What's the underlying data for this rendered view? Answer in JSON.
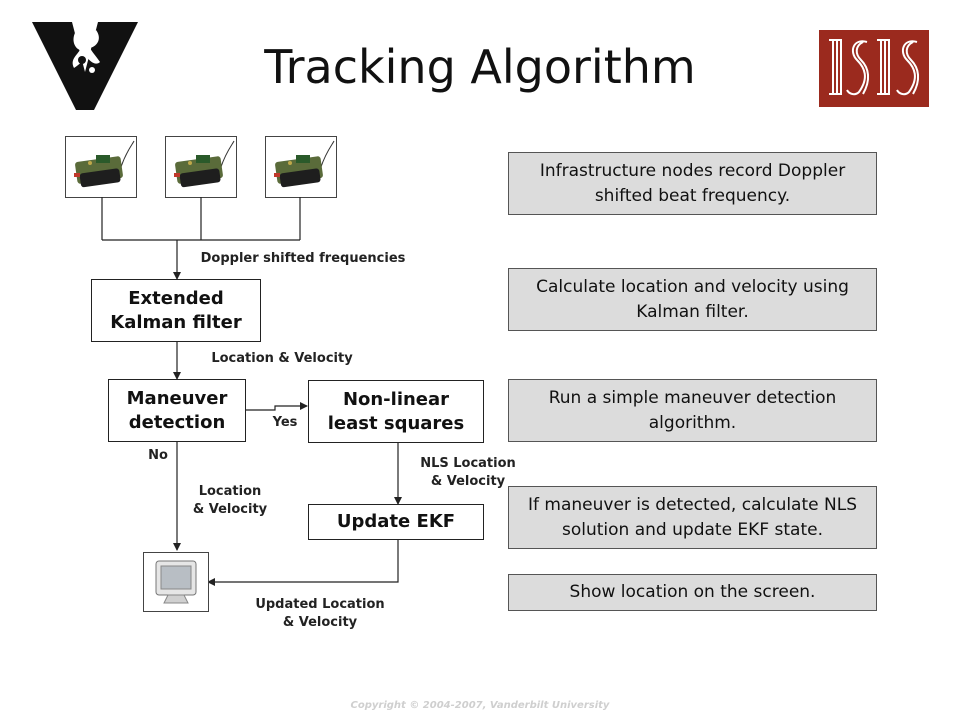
{
  "title": "Tracking Algorithm",
  "diagram": {
    "boxes": {
      "ekf": "Extended\nKalman filter",
      "maneuver": "Maneuver\ndetection",
      "nls": "Non-linear\nleast squares",
      "update": "Update EKF"
    },
    "labels": {
      "doppler": "Doppler shifted frequencies",
      "loc_vel_1": "Location & Velocity",
      "yes": "Yes",
      "no": "No",
      "nls_loc": "NLS Location\n& Velocity",
      "loc_vel_2": "Location\n& Velocity",
      "updated": "Updated Location\n& Velocity"
    }
  },
  "info_boxes": [
    "Infrastructure nodes record Doppler shifted beat frequency.",
    "Calculate location and velocity using Kalman filter.",
    "Run a simple maneuver detection algorithm.",
    "If maneuver is detected, calculate NLS solution and update EKF state.",
    "Show location on the screen."
  ],
  "footer": {
    "copyright": "Copyright © 2004-2007, Vanderbilt University"
  }
}
